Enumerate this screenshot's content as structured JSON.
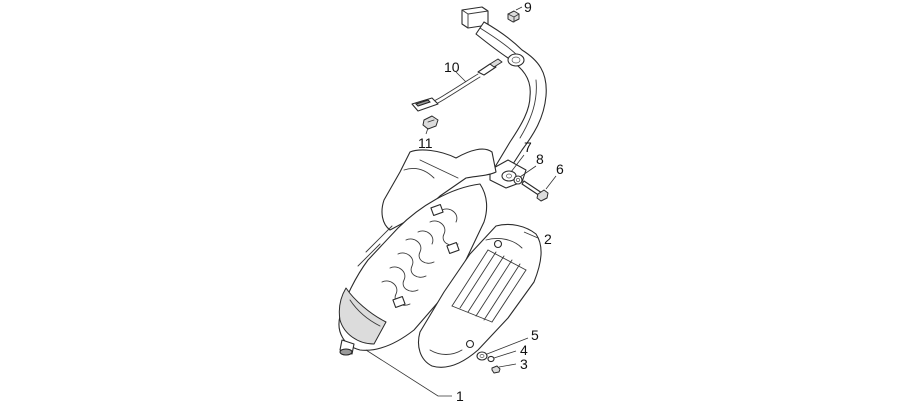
{
  "callouts": [
    {
      "id": "c1",
      "label": "1"
    },
    {
      "id": "c2",
      "label": "2"
    },
    {
      "id": "c3",
      "label": "3"
    },
    {
      "id": "c4",
      "label": "4"
    },
    {
      "id": "c5",
      "label": "5"
    },
    {
      "id": "c6",
      "label": "6"
    },
    {
      "id": "c7",
      "label": "7"
    },
    {
      "id": "c8",
      "label": "8"
    },
    {
      "id": "c9",
      "label": "9"
    },
    {
      "id": "c10",
      "label": "10"
    },
    {
      "id": "c11",
      "label": "11"
    }
  ],
  "colors": {
    "line": "#2b2b2b",
    "shade": "#dcdcdc",
    "background": "#ffffff"
  }
}
